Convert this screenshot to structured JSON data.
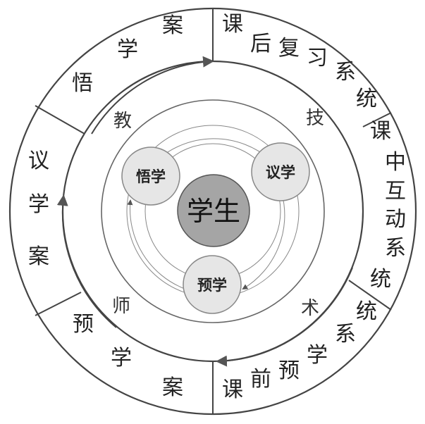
{
  "center": {
    "label": "学生"
  },
  "bubbles": [
    {
      "label": "悟学"
    },
    {
      "label": "议学"
    },
    {
      "label": "预学"
    }
  ],
  "middle_ring": [
    "教",
    "技",
    "术",
    "师"
  ],
  "outer_segments": [
    {
      "label": "课后复习系统"
    },
    {
      "label": "课中互动系统"
    },
    {
      "label": "课前预学系统"
    },
    {
      "label": "预学案"
    },
    {
      "label": "议学案"
    },
    {
      "label": "悟学案"
    }
  ],
  "colors": {
    "center_fill": "#a5a5a5",
    "bubble_fill": "#e6e6e6",
    "stroke": "#444444"
  }
}
